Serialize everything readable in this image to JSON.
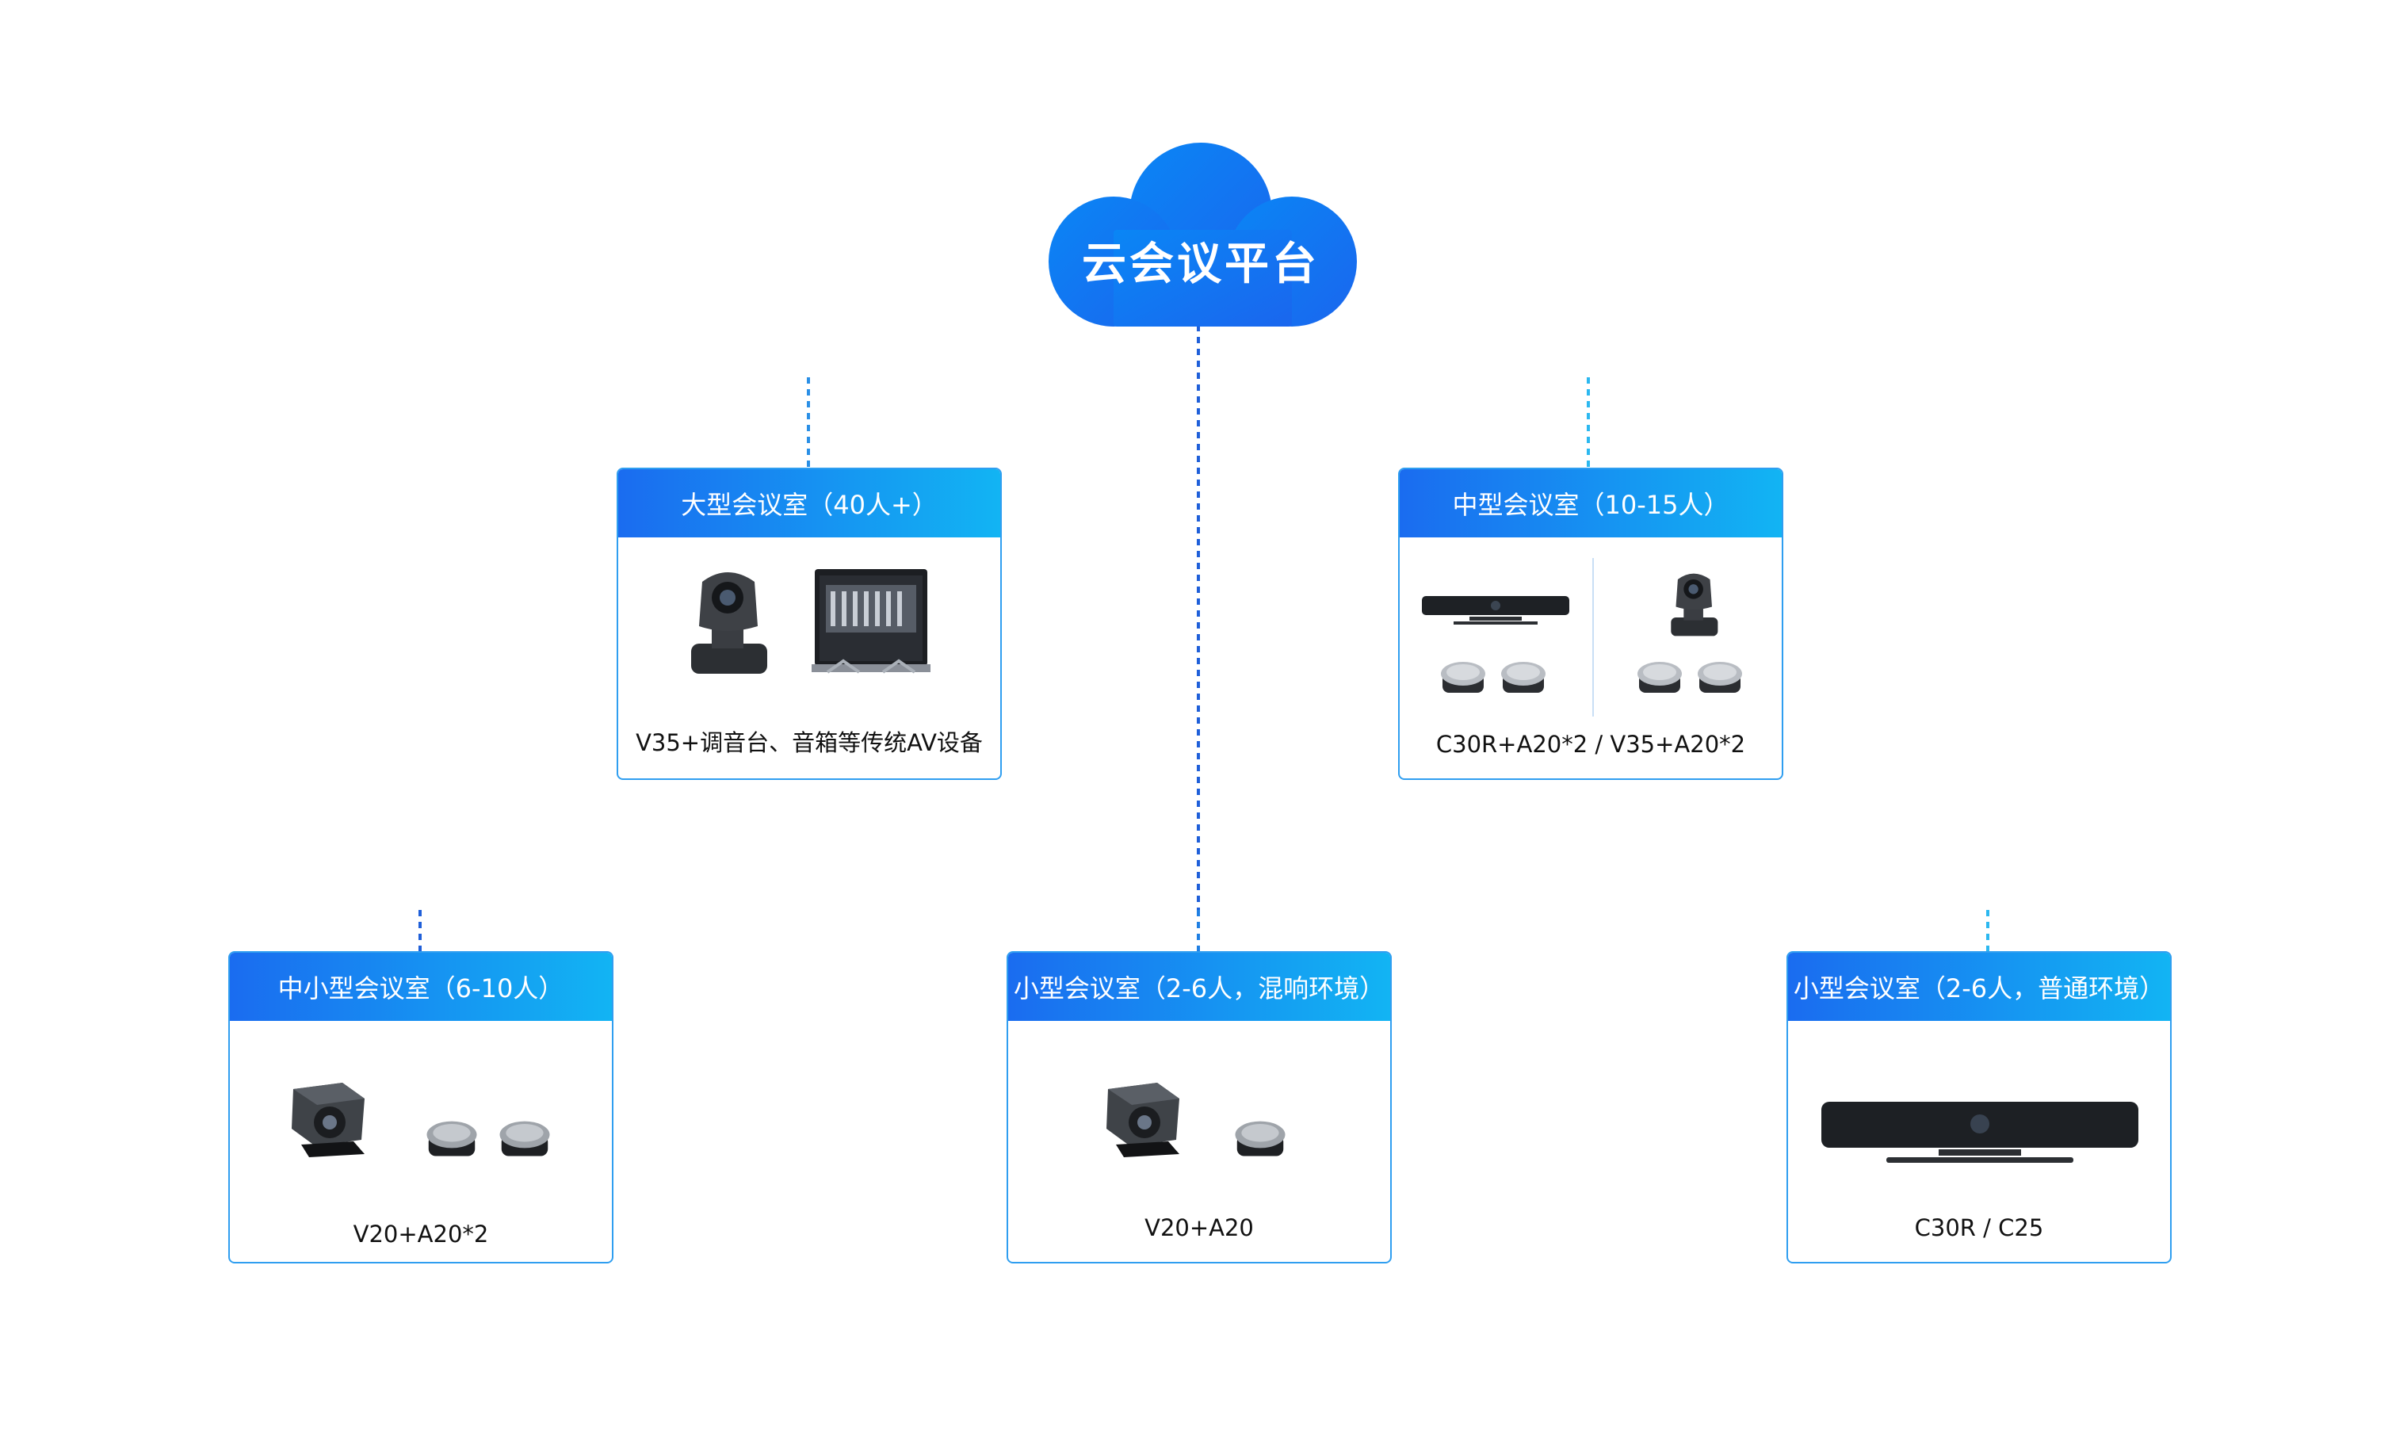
{
  "platform": {
    "title": "云会议平台"
  },
  "rooms": {
    "large": {
      "title": "大型会议室（40人+）",
      "solution": "V35+调音台、音箱等传统AV设备"
    },
    "medium": {
      "title": "中型会议室（10-15人）",
      "solution": "C30R+A20*2 / V35+A20*2"
    },
    "mid_small": {
      "title": "中小型会议室（6-10人）",
      "solution": "V20+A20*2"
    },
    "small_mixed": {
      "title": "小型会议室（2-6人，混响环境）",
      "solution": "V20+A20"
    },
    "small_normal": {
      "title": "小型会议室（2-6人，普通环境）",
      "solution": "C30R / C25"
    }
  },
  "colors": {
    "accent_dark": "#1a6cf0",
    "accent_light": "#12b4f3",
    "link_dark": "#1f5fd9",
    "link_light": "#2cb8f0",
    "card_border": "#2f9ef0"
  },
  "icons": [
    "cloud-icon",
    "ptz-camera-icon",
    "audio-mixer-case-icon",
    "video-bar-icon",
    "speakerphone-icon",
    "webcam-cube-icon"
  ]
}
